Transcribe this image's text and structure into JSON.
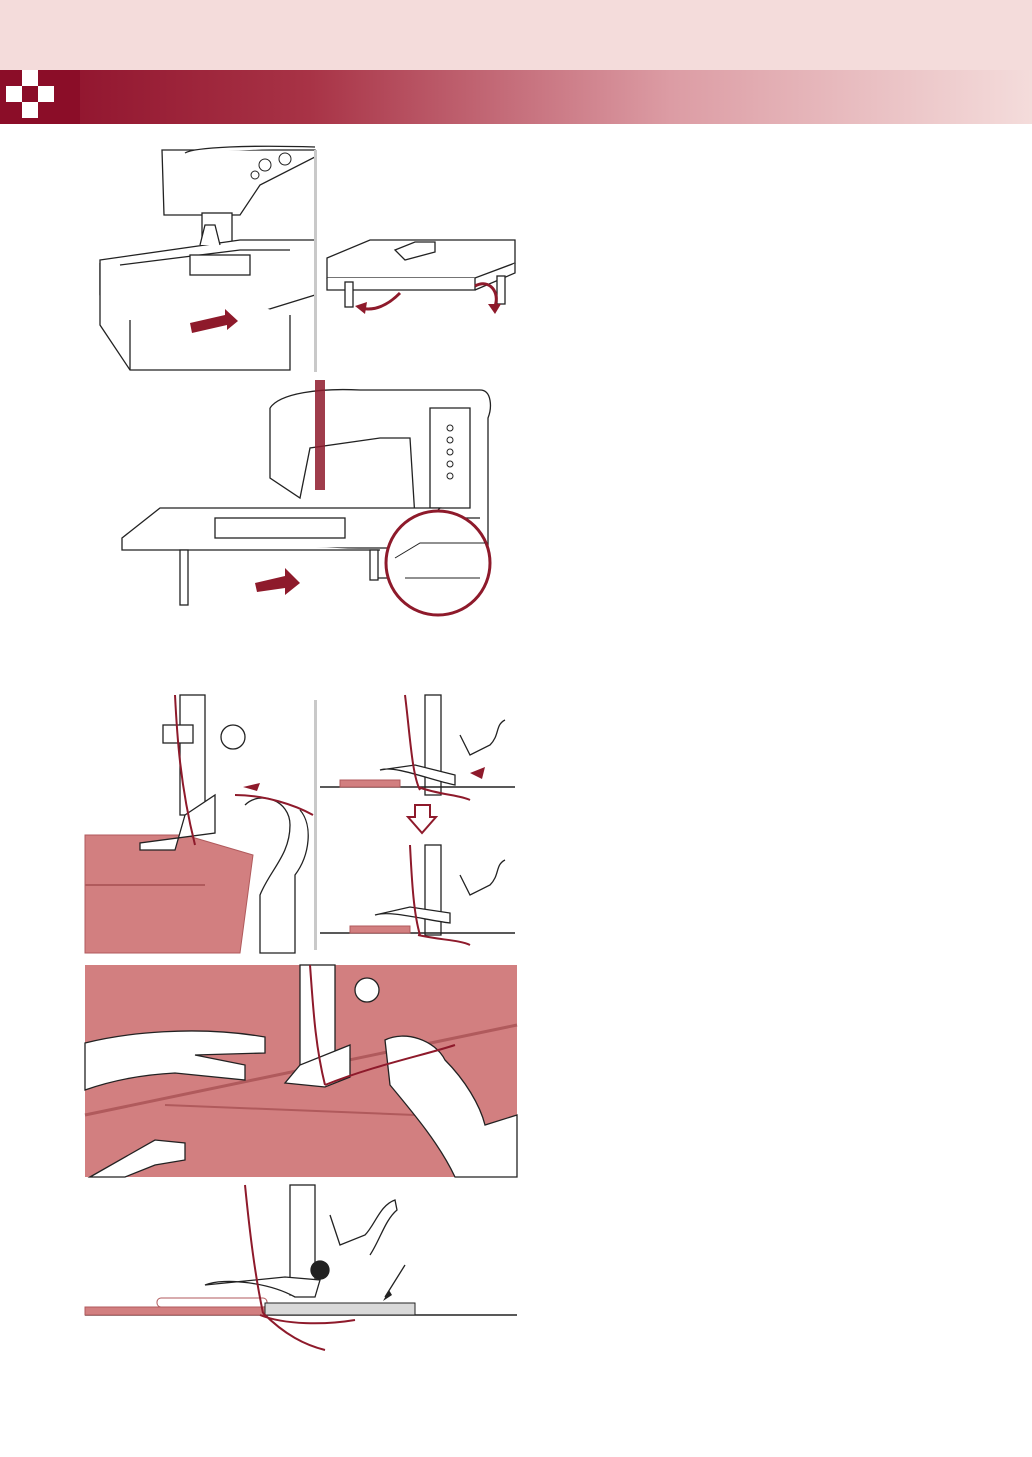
{
  "page": {
    "header_band_color": "#f4dcdb",
    "header_bar_gradient": [
      "#8b0d28",
      "#a83346",
      "#dc9ca4",
      "#f4dcdb"
    ],
    "logo_icon": "checker-square-icon"
  },
  "colors": {
    "fabric": "#d27f80",
    "fabric_edge": "#b05a5c",
    "thread": "#8e1a2b",
    "accent_arrow": "#8e1a2b",
    "line_art": "#222222",
    "divider": "#c9c9c9",
    "interfacing": "#d9d9d9"
  },
  "illustrations": [
    {
      "name": "remove-accessory-box",
      "icon": "sewing-machine-icon"
    },
    {
      "name": "open-table-legs",
      "icon": "extension-table-icon"
    },
    {
      "name": "attach-extension-table",
      "icon": "sewing-machine-icon"
    },
    {
      "name": "press-foot-lock-button",
      "icon": "presser-foot-icon"
    },
    {
      "name": "foot-level-steps",
      "icon": "presser-foot-icon"
    },
    {
      "name": "sew-thick-fabric",
      "icon": "fabric-hands-icon"
    },
    {
      "name": "cardboard-under-foot",
      "icon": "presser-foot-icon"
    }
  ]
}
